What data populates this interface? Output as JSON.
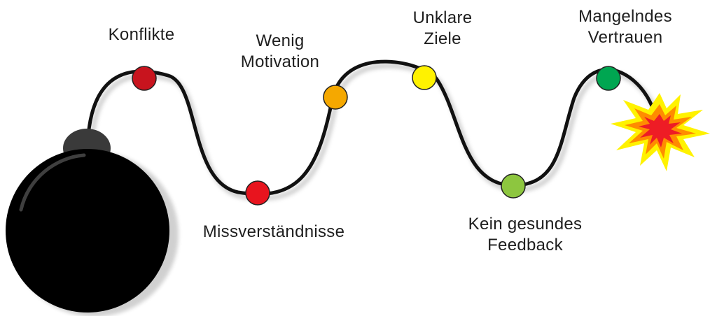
{
  "labels": {
    "konflikte": "Konflikte",
    "wenig_line1": "Wenig",
    "wenig_line2": "Motivation",
    "unklare_line1": "Unklare",
    "unklare_line2": "Ziele",
    "mangelndes_line1": "Mangelndes",
    "mangelndes_line2": "Vertrauen",
    "missverstaendnisse": "Missverständnisse",
    "kein_line1": "Kein gesundes",
    "kein_line2": "Feedback"
  },
  "colors": {
    "fuse": "#111111",
    "bomb": "#000000",
    "bomb_cap": "#3a3a3a",
    "konflikte": "#c8141e",
    "missverstaendnisse": "#e8141e",
    "wenig_motivation": "#f5a800",
    "unklare_ziele": "#fff200",
    "kein_feedback": "#8dc63f",
    "mangelndes_vertrauen": "#00a651",
    "explosion_outer": "#fff200",
    "explosion_mid": "#ff8c00",
    "explosion_inner": "#ee1c25"
  },
  "icons": {
    "bomb": "bomb-icon",
    "explosion": "explosion-icon"
  }
}
